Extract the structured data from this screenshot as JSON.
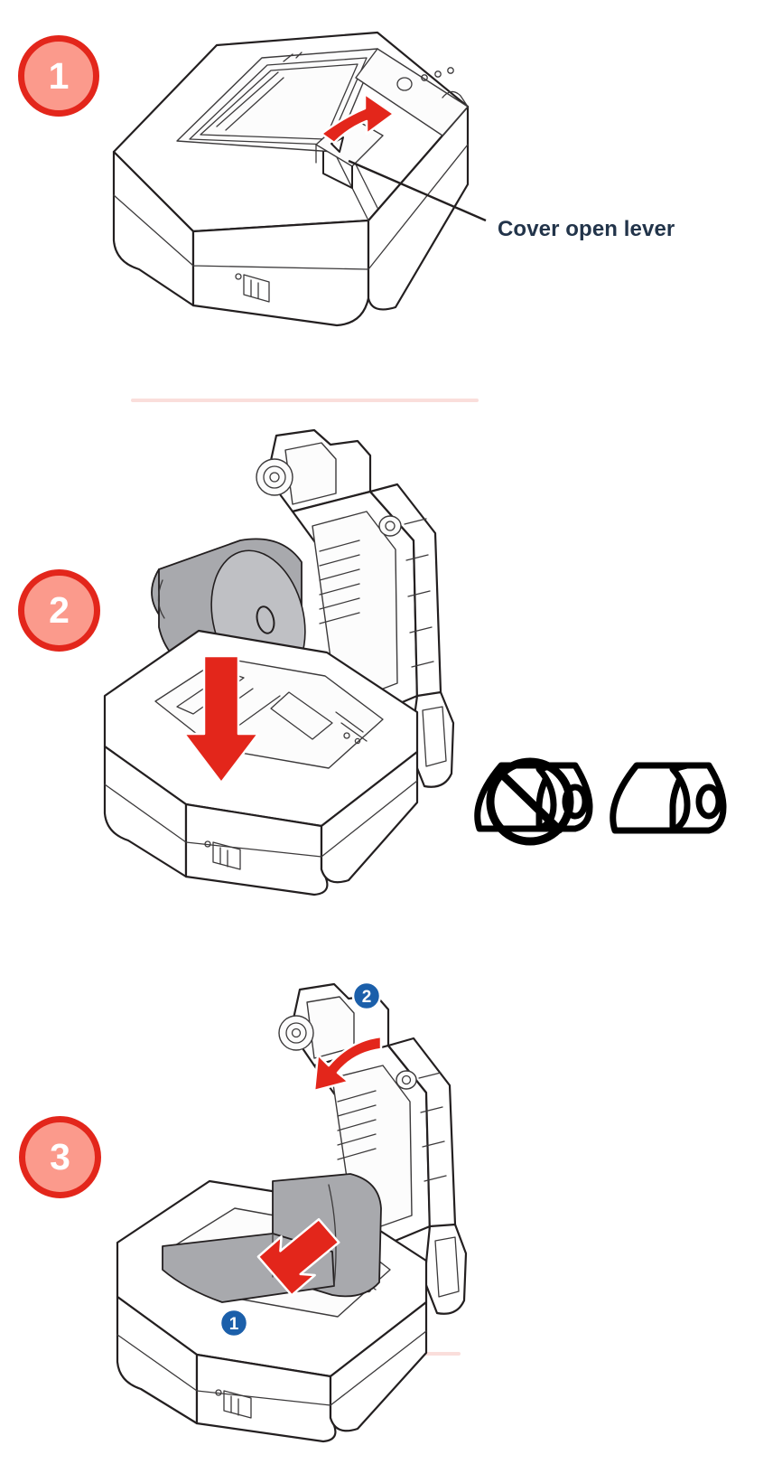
{
  "document": {
    "title": "Receipt printer roll paper loading procedure",
    "background_color": "#ffffff"
  },
  "theme": {
    "badge_fill": "#fb9a8c",
    "badge_border": "#e3261b",
    "badge_text": "#ffffff",
    "divider": "#fadedb",
    "label_text": "#22344a",
    "arrow_red": "#e3261b",
    "marker_blue": "#1b5faa",
    "line_art": "#231f20",
    "paper_grey": "#a8a9ad"
  },
  "steps": [
    {
      "number": "1",
      "badge_name": "step-badge-1",
      "illustration": "closed-printer-with-cover-open-lever",
      "callouts": [
        {
          "text": "Cover open lever",
          "name": "cover-open-lever-label",
          "leader_line": true
        }
      ],
      "arrows": [
        {
          "name": "lever-push-arrow",
          "color": "#e3261b",
          "direction": "up-right"
        }
      ]
    },
    {
      "number": "2",
      "badge_name": "step-badge-2",
      "illustration": "open-printer-with-roll-paper-inserting",
      "callouts": [],
      "arrows": [
        {
          "name": "roll-insert-arrow",
          "color": "#e3261b",
          "direction": "down"
        }
      ],
      "orientation_icons": [
        {
          "name": "roll-orientation-incorrect-icon",
          "allowed": false,
          "glyph": "prohibited-roll"
        },
        {
          "name": "roll-orientation-correct-icon",
          "allowed": true,
          "glyph": "roll"
        }
      ]
    },
    {
      "number": "3",
      "badge_name": "step-badge-3",
      "illustration": "open-printer-pull-paper-and-close-cover",
      "callouts": [],
      "arrows": [
        {
          "name": "pull-paper-arrow",
          "color": "#e3261b",
          "direction": "down-left"
        },
        {
          "name": "close-cover-arrow",
          "color": "#e3261b",
          "direction": "curved-down-left"
        }
      ],
      "markers": [
        {
          "label": "1",
          "name": "substep-marker-1",
          "color": "#1b5faa"
        },
        {
          "label": "2",
          "name": "substep-marker-2",
          "color": "#1b5faa"
        }
      ]
    }
  ],
  "dividers": [
    {
      "name": "section-divider-1"
    },
    {
      "name": "section-divider-2"
    }
  ]
}
